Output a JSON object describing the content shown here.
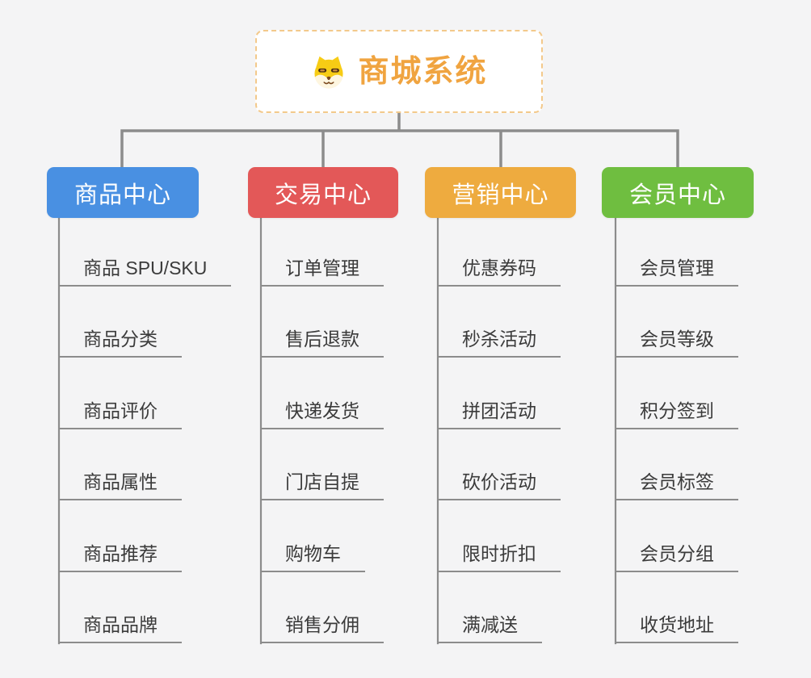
{
  "app": {
    "background_color": "#f4f4f5",
    "connector_color": "#8c8c8c"
  },
  "root": {
    "title": "商城系统",
    "icon": "shiba-dog-icon",
    "accent_color": "#F0A440",
    "border_color": "#F3C98B"
  },
  "branches": [
    {
      "label": "商品中心",
      "color": "#4990E2",
      "items": [
        "商品 SPU/SKU",
        "商品分类",
        "商品评价",
        "商品属性",
        "商品推荐",
        "商品品牌"
      ]
    },
    {
      "label": "交易中心",
      "color": "#E35858",
      "items": [
        "订单管理",
        "售后退款",
        "快递发货",
        "门店自提",
        "购物车",
        "销售分佣"
      ]
    },
    {
      "label": "营销中心",
      "color": "#EEAB3F",
      "items": [
        "优惠券码",
        "秒杀活动",
        "拼团活动",
        "砍价活动",
        "限时折扣",
        "满减送"
      ]
    },
    {
      "label": "会员中心",
      "color": "#6FBE40",
      "items": [
        "会员管理",
        "会员等级",
        "积分签到",
        "会员标签",
        "会员分组",
        "收货地址"
      ]
    }
  ]
}
